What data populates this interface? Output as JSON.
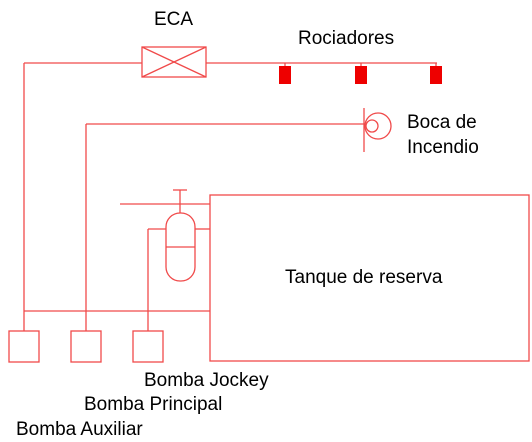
{
  "diagram": {
    "labels": {
      "eca": "ECA",
      "rociadores": "Rociadores",
      "boca_line1": "Boca de",
      "boca_line2": "Incendio",
      "tanque": "Tanque de reserva",
      "bomba_jockey": "Bomba Jockey",
      "bomba_principal": "Bomba Principal",
      "bomba_auxiliar": "Bomba Auxiliar"
    },
    "colors": {
      "pipe": "#f04a4a",
      "sprinkler": "#ee0000",
      "text": "#000000",
      "background": "#ffffff"
    },
    "sprinkler_count": 3,
    "pump_count": 3
  }
}
